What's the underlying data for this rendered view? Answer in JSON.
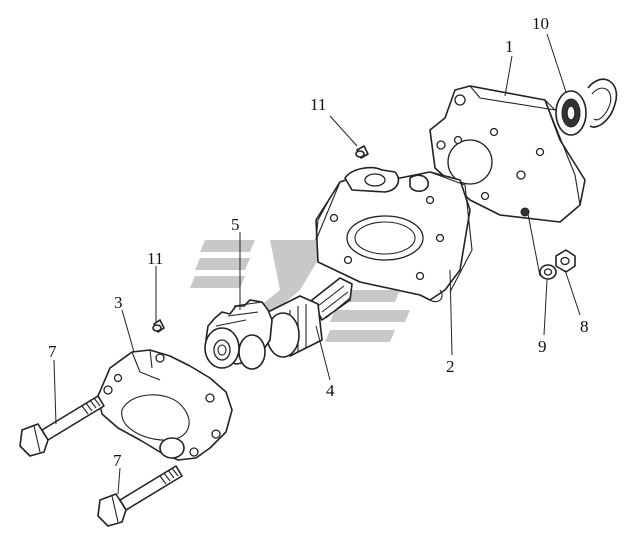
{
  "callouts": {
    "c1": "1",
    "c2": "2",
    "c3": "3",
    "c4": "4",
    "c5": "5",
    "c7a": "7",
    "c7b": "7",
    "c8": "8",
    "c9": "9",
    "c10": "10",
    "c11a": "11",
    "c11b": "11"
  },
  "colors": {
    "line": "#222222",
    "background": "#ffffff",
    "watermark": "#9a9a9a"
  },
  "icons": {
    "watermark": "logo-watermark"
  }
}
